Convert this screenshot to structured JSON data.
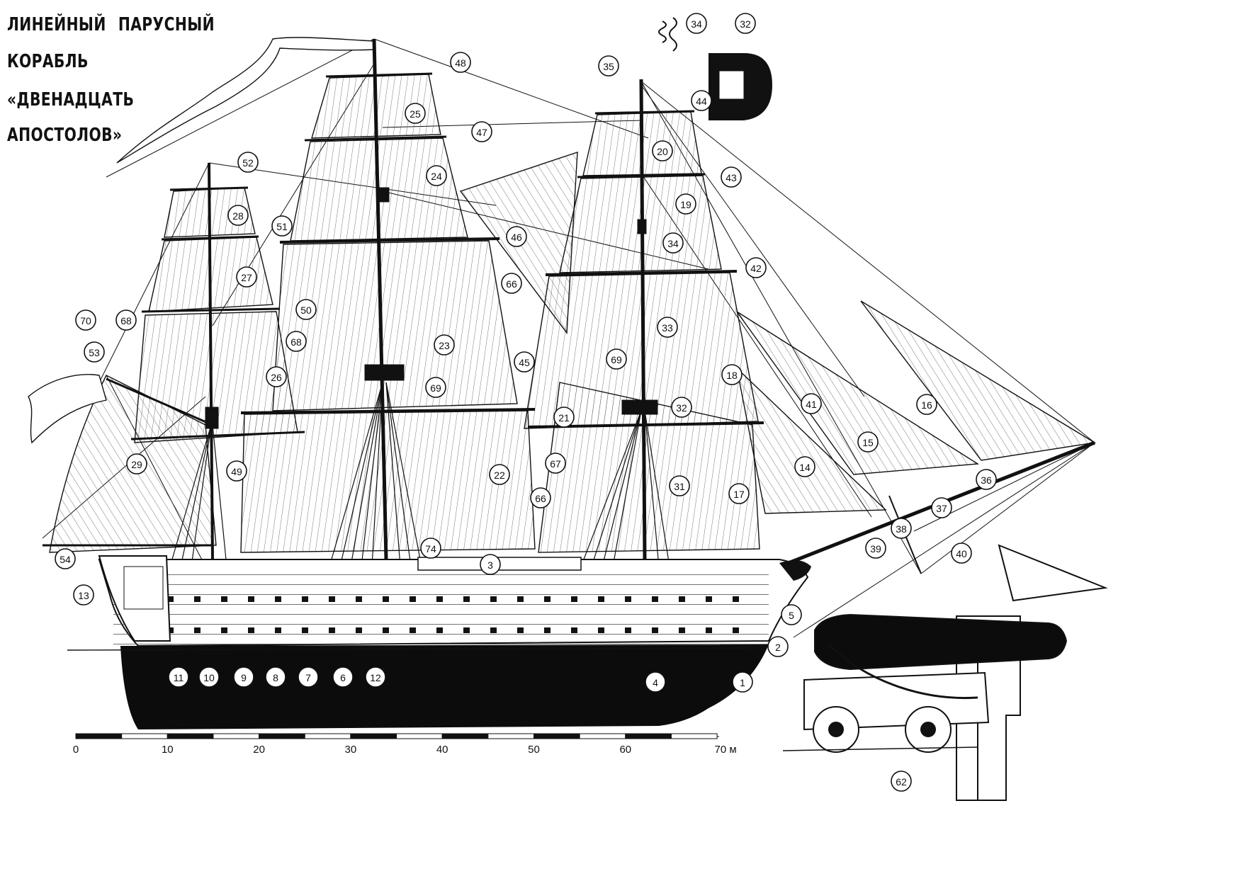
{
  "title": {
    "line1_word1": "ЛИНЕЙНЫЙ",
    "line1_word2": "ПАРУСНЫЙ",
    "line2": "КОРАБЛЬ",
    "line3": "«ДВЕНАДЦАТЬ",
    "line4": "АПОСТОЛОВ»"
  },
  "callouts": [
    "1",
    "2",
    "3",
    "4",
    "5",
    "6",
    "7",
    "8",
    "9",
    "10",
    "11",
    "12",
    "13",
    "14",
    "15",
    "16",
    "17",
    "18",
    "19",
    "20",
    "21",
    "22",
    "23",
    "24",
    "25",
    "26",
    "27",
    "28",
    "29",
    "31",
    "32",
    "32",
    "33",
    "34",
    "34",
    "35",
    "36",
    "37",
    "38",
    "39",
    "40",
    "41",
    "42",
    "43",
    "44",
    "45",
    "46",
    "47",
    "48",
    "49",
    "50",
    "51",
    "52",
    "53",
    "54",
    "62",
    "66",
    "66",
    "67",
    "68",
    "68",
    "69",
    "69",
    "70",
    "74"
  ],
  "scale": {
    "ticks": [
      "0",
      "10",
      "20",
      "30",
      "40",
      "50",
      "60",
      "70 м"
    ],
    "max_m": 70
  },
  "colors": {
    "ink": "#111111",
    "paper": "#ffffff",
    "hull_below_waterline": "#0c0c0c",
    "sail_hatch": "#555555"
  }
}
